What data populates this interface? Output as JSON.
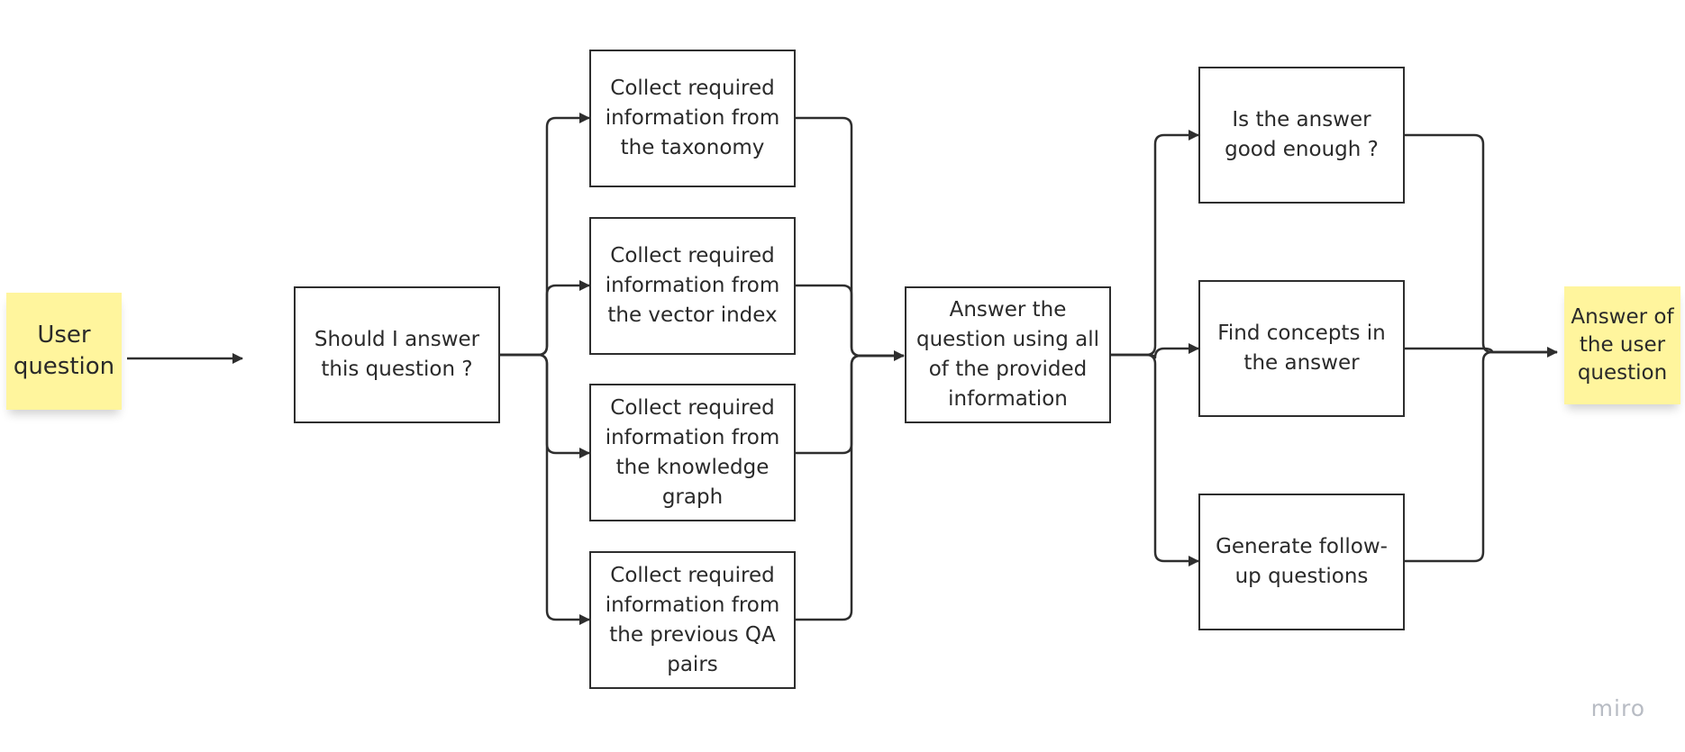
{
  "colors": {
    "sticky_fill": "#fff59d",
    "stroke": "#2e2e2e",
    "text": "#2a2a2a",
    "watermark": "#b8bcc4"
  },
  "nodes": {
    "user_question": "User question",
    "should_answer": "Should I answer this question ?",
    "collect_taxonomy": "Collect required information from the taxonomy",
    "collect_vector": "Collect required information from the vector index",
    "collect_graph": "Collect required information from the knowledge graph",
    "collect_qa": "Collect required information from the previous QA pairs",
    "answer_question": "Answer the question using all of the provided information",
    "answer_good": "Is the answer good enough ?",
    "find_concepts": "Find concepts in the answer",
    "generate_followup": "Generate follow-up questions",
    "final_answer": "Answer of the user question"
  },
  "watermark": "miro"
}
